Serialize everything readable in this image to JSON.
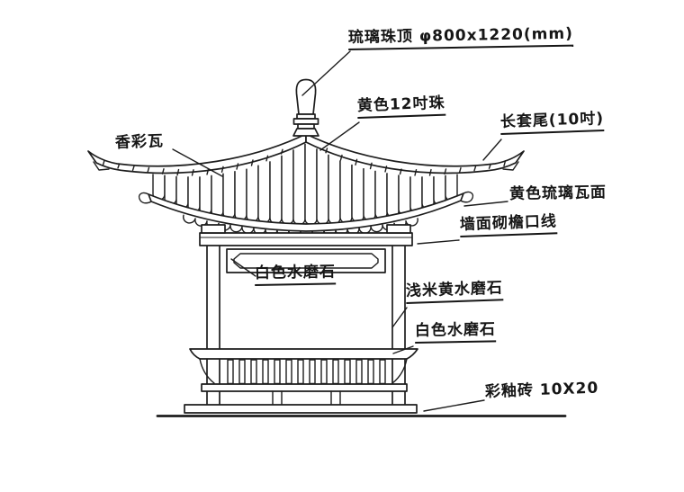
{
  "ink_color": "#1d1d1d",
  "paper_color": "#ffffff",
  "labels": {
    "finial_spec": "琉璃珠顶 φ800x1220(mm)",
    "ridge_ornament": "黄色12吋珠",
    "corner_tail": "长套尾(10吋)",
    "eave_corner_tile": "香彩瓦",
    "roof_tile_surface": "黄色琉璃瓦面",
    "cornice_line": "墙面砌檐口线",
    "beam_terrazzo": "白色水磨石",
    "column_terrazzo": "浅米黄水磨石",
    "bench_terrazzo": "白色水磨石",
    "floor_brick": "彩釉砖 10X20"
  }
}
